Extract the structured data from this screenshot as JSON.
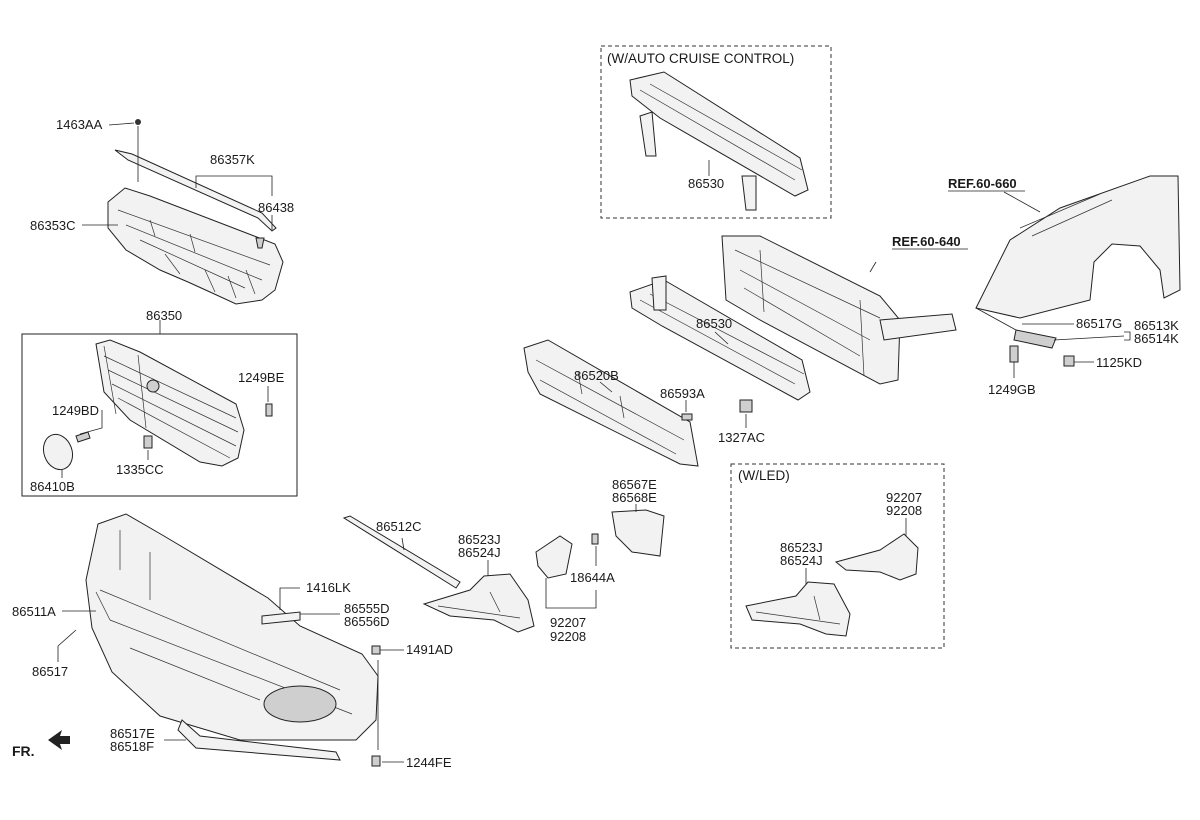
{
  "frames": {
    "cruise": "(W/AUTO CRUISE CONTROL)",
    "led": "(W/LED)"
  },
  "refs": {
    "ref_660": "REF.60-660",
    "ref_640": "REF.60-640"
  },
  "front_marker": "FR.",
  "labels": {
    "p1463AA": "1463AA",
    "p86357K": "86357K",
    "p86438": "86438",
    "p86353C": "86353C",
    "p86350": "86350",
    "p1249BE": "1249BE",
    "p1249BD": "1249BD",
    "p1335CC": "1335CC",
    "p86410B": "86410B",
    "p86530_cruise": "86530",
    "p86530": "86530",
    "p86520B": "86520B",
    "p86593A": "86593A",
    "p1327AC": "1327AC",
    "p86517G": "86517G",
    "p86513K": "86513K",
    "p86514K": "86514K",
    "p1125KD": "1125KD",
    "p1249GB": "1249GB",
    "p86512C": "86512C",
    "p86523J": "86523J",
    "p86524J": "86524J",
    "p86567E": "86567E",
    "p86568E": "86568E",
    "p18644A": "18644A",
    "p92207": "92207",
    "p92208": "92208",
    "p92207_led": "92207",
    "p92208_led": "92208",
    "p86523J_led": "86523J",
    "p86524J_led": "86524J",
    "p86511A": "86511A",
    "p86517": "86517",
    "p1416LK": "1416LK",
    "p86555D": "86555D",
    "p86556D": "86556D",
    "p1491AD": "1491AD",
    "p86517E": "86517E",
    "p86518F": "86518F",
    "p1244FE": "1244FE"
  }
}
